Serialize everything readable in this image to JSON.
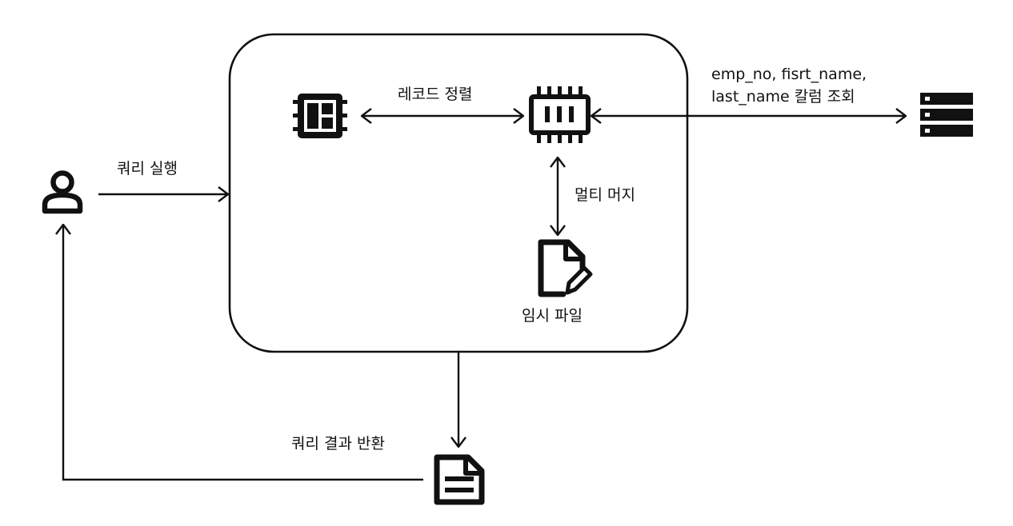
{
  "labels": {
    "sort": "레코드 정렬",
    "columns_line1": "emp_no, fisrt_name,",
    "columns_line2": "last_name 칼럼 조회",
    "execute": "쿼리 실행",
    "merge": "멀티 머지",
    "temp_file": "임시 파일",
    "result": "쿼리 결과 반환"
  },
  "icons": {
    "user": "user-icon",
    "sort_buffer": "sort-buffer-icon",
    "memory": "memory-chip-icon",
    "temp_file": "file-edit-icon",
    "storage": "server-storage-icon",
    "result_document": "document-icon"
  },
  "colors": {
    "stroke": "#111111",
    "background": "#ffffff"
  }
}
